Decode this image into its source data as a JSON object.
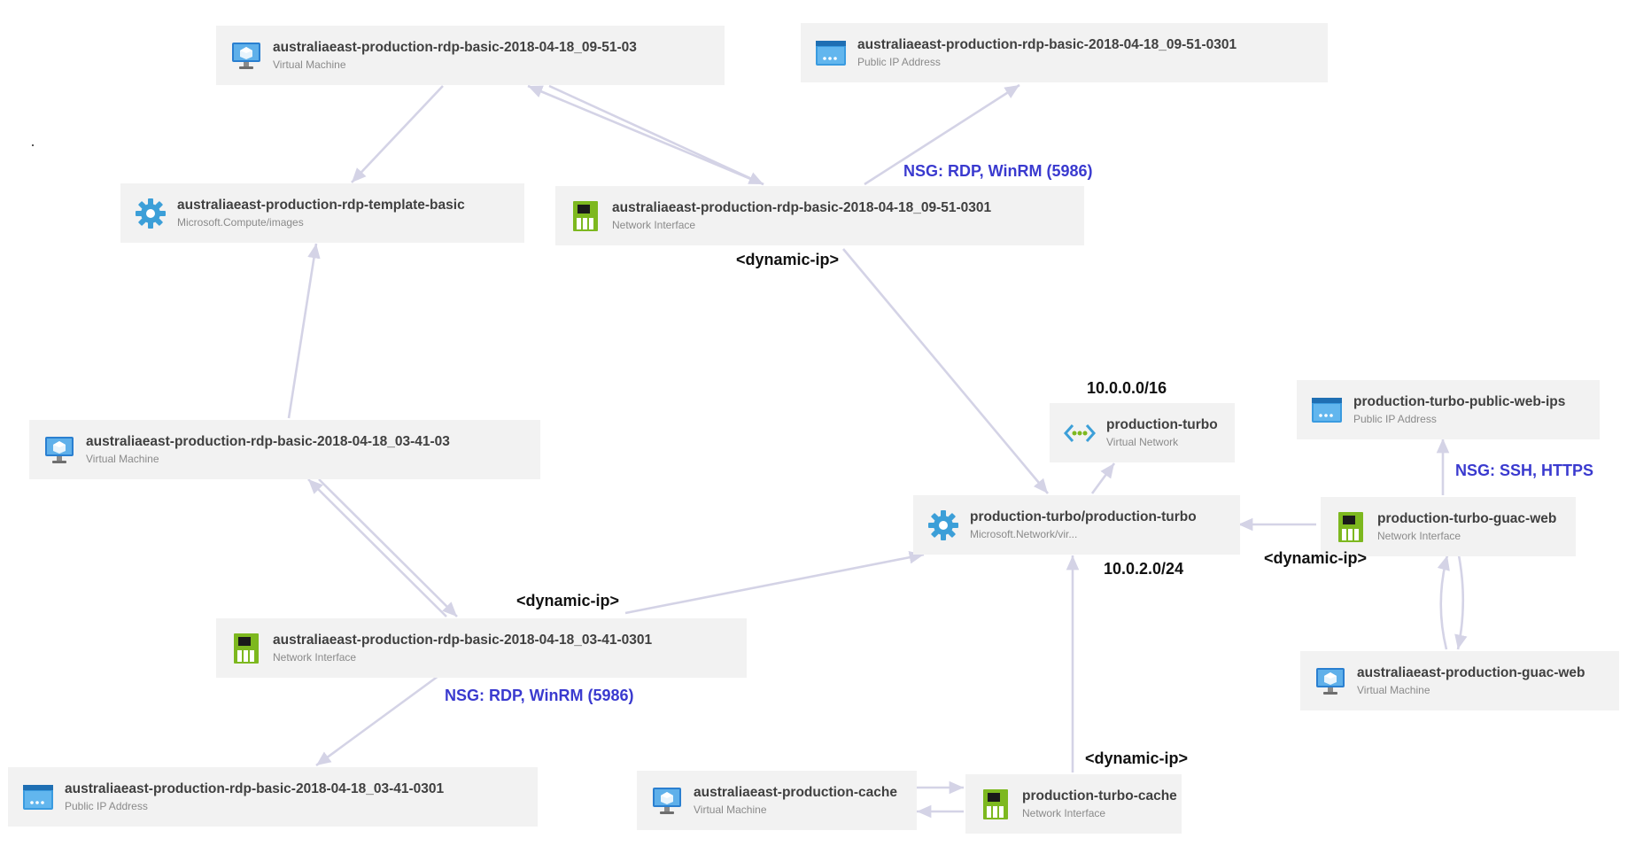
{
  "colors": {
    "node_bg": "#f2f2f2",
    "edge": "#d4d3e6",
    "nsg_label": "#3a3acf",
    "net_label": "#111111",
    "vm_icon": "#2a7fd0",
    "nic_icon": "#7db81f",
    "gear_icon": "#3c9fd8"
  },
  "nodes": {
    "vm_0951": {
      "title": "australiaeast-production-rdp-basic-2018-04-18_09-51-03",
      "subtitle": "Virtual Machine",
      "icon": "virtual-machine-icon"
    },
    "pip_0951": {
      "title": "australiaeast-production-rdp-basic-2018-04-18_09-51-0301",
      "subtitle": "Public IP Address",
      "icon": "public-ip-icon"
    },
    "image_template": {
      "title": "australiaeast-production-rdp-template-basic",
      "subtitle": "Microsoft.Compute/images",
      "icon": "gear-icon"
    },
    "nic_0951": {
      "title": "australiaeast-production-rdp-basic-2018-04-18_09-51-0301",
      "subtitle": "Network Interface",
      "icon": "network-interface-icon"
    },
    "vnet": {
      "title": "production-turbo",
      "subtitle": "Virtual Network",
      "icon": "virtual-network-icon"
    },
    "pip_web": {
      "title": "production-turbo-public-web-ips",
      "subtitle": "Public IP Address",
      "icon": "public-ip-icon"
    },
    "vm_0341": {
      "title": "australiaeast-production-rdp-basic-2018-04-18_03-41-03",
      "subtitle": "Virtual Machine",
      "icon": "virtual-machine-icon"
    },
    "subnet": {
      "title": "production-turbo/production-turbo",
      "subtitle": "Microsoft.Network/vir...",
      "icon": "gear-icon"
    },
    "nic_guac": {
      "title": "production-turbo-guac-web",
      "subtitle": "Network Interface",
      "icon": "network-interface-icon"
    },
    "nic_0341": {
      "title": "australiaeast-production-rdp-basic-2018-04-18_03-41-0301",
      "subtitle": "Network Interface",
      "icon": "network-interface-icon"
    },
    "vm_guac": {
      "title": "australiaeast-production-guac-web",
      "subtitle": "Virtual Machine",
      "icon": "virtual-machine-icon"
    },
    "pip_0341": {
      "title": "australiaeast-production-rdp-basic-2018-04-18_03-41-0301",
      "subtitle": "Public IP Address",
      "icon": "public-ip-icon"
    },
    "vm_cache": {
      "title": "australiaeast-production-cache",
      "subtitle": "Virtual Machine",
      "icon": "virtual-machine-icon"
    },
    "nic_cache": {
      "title": "production-turbo-cache",
      "subtitle": "Network Interface",
      "icon": "network-interface-icon"
    }
  },
  "labels": {
    "nsg_rdp_top": "NSG: RDP, WinRM (5986)",
    "dynamic_ip_top": "<dynamic-ip>",
    "vnet_cidr": "10.0.0.0/16",
    "nsg_ssh": "NSG: SSH, HTTPS",
    "dynamic_ip_guac": "<dynamic-ip>",
    "subnet_cidr": "10.0.2.0/24",
    "dynamic_ip_0341": "<dynamic-ip>",
    "nsg_rdp_bottom": "NSG: RDP, WinRM (5986)",
    "dynamic_ip_cache": "<dynamic-ip>"
  }
}
